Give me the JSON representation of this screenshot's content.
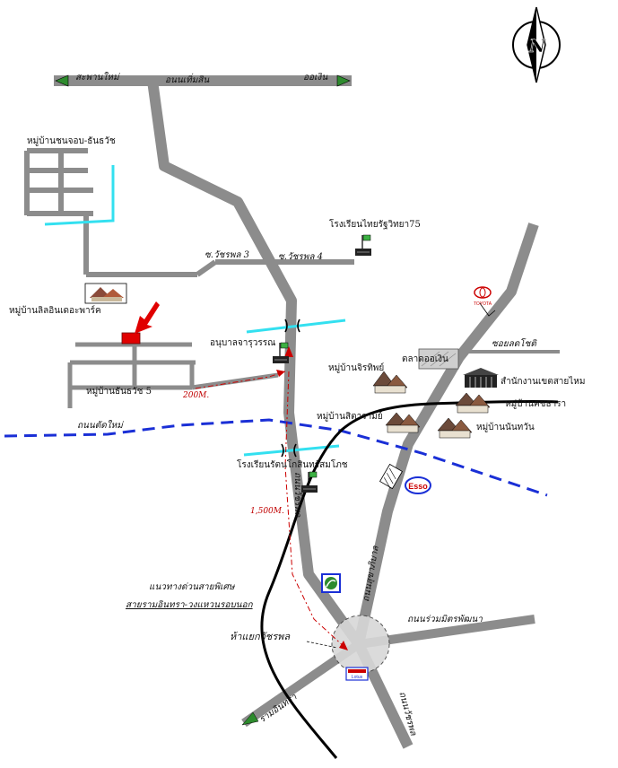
{
  "roads": {
    "top_road": "อนนเทิ่มสิน",
    "top_left": "สะพานใหม่",
    "top_right": "ออเงิน",
    "soi3": "ซ.วัชรพล 3",
    "soi4": "ซ.วัชรพล 4",
    "new_road": "ถนนตัดใหม่",
    "main_vertical": "ถนนวัชรพล",
    "second_vertical": "ถนนสุขาภิบาล",
    "bottom_right": "ถนนร่วมมิตรพัฒนา",
    "bottom_left": "รามอินทรา",
    "bottom_vertical": "ถนนวัชรพล",
    "soi_lotus": "ซอยลดโชติ"
  },
  "places": {
    "village_top": "หมู่บ้านชนจอบ-ธันธวัช",
    "village_lillin": "หมู่บ้านลิลอินเดอะพาร์ค",
    "village_thanthawat": "หมู่บ้านธันธวัช 5",
    "school_thai": "โรงเรียนไทยรัฐวิทยา75",
    "kindergarten": "อนุบาลจารุวรรณ",
    "market": "ตลาดออเงิน",
    "village_jiri": "หมู่บ้านจิรทิพย์",
    "district_office": "สำนักงานเขตสายไหม",
    "village_khotara": "หมู่บ้านคชธารา",
    "village_sitaram": "หมู่บ้านสิตารามย์",
    "village_nanwan": "หมู่บ้านนันทวัน",
    "school_bottom": "โรงเรียนรัตนโกสินทร์สมโภช",
    "junction": "ห้าแยกวัชรพล",
    "route_line1": "แนวทางด่วนสายพิเศษ",
    "route_line2": "สายรามอินทรา-วงแหวนรอบนอก"
  },
  "distances": {
    "d200": "200M.",
    "d1500": "1,500M."
  },
  "brands": {
    "toyota": "TOYOTA",
    "esso": "Esso",
    "lotus": "Lotus",
    "compass": "N"
  },
  "colors": {
    "road": "#8c8c8c",
    "expressway": "#000000",
    "new_road": "#1a2fd6",
    "canal": "#33e0f0",
    "route": "#cc0000",
    "marker": "#e00000"
  }
}
